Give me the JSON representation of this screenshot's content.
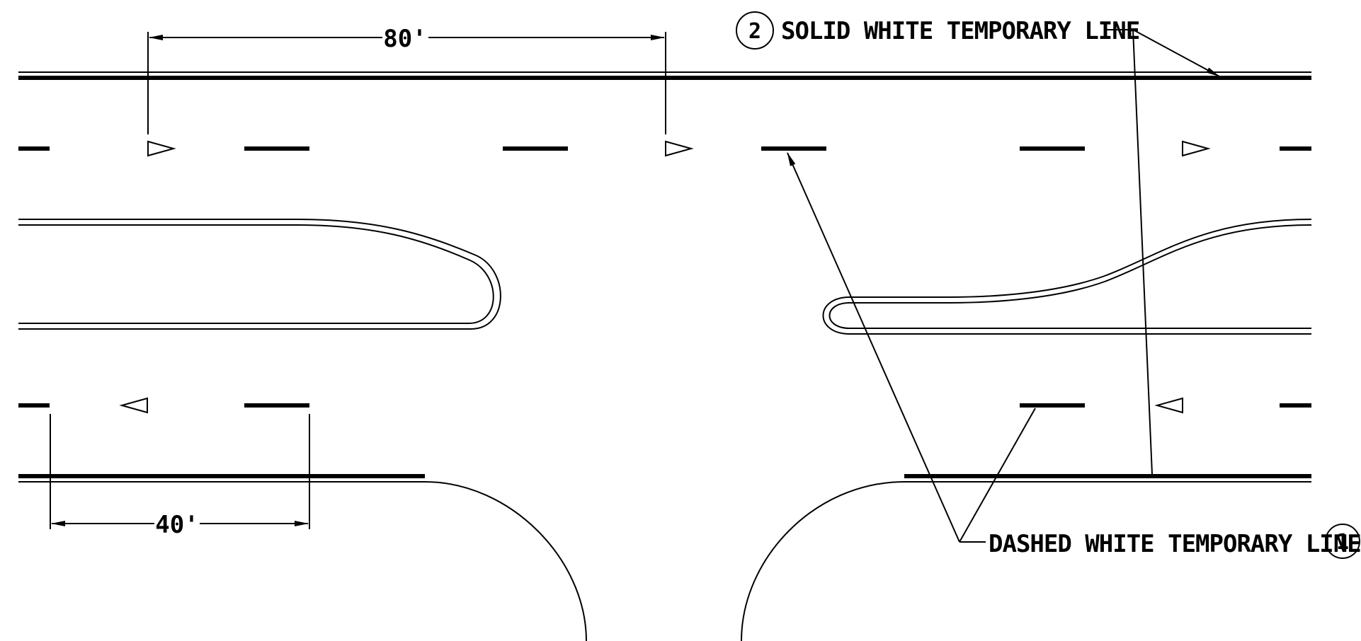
{
  "callouts": {
    "solid": {
      "number": "2",
      "text": "SOLID WHITE TEMPORARY LINE"
    },
    "dashed": {
      "number": "1",
      "text": "DASHED WHITE TEMPORARY LINE"
    }
  },
  "dimensions": {
    "top": "80'",
    "bottom": "40'"
  }
}
